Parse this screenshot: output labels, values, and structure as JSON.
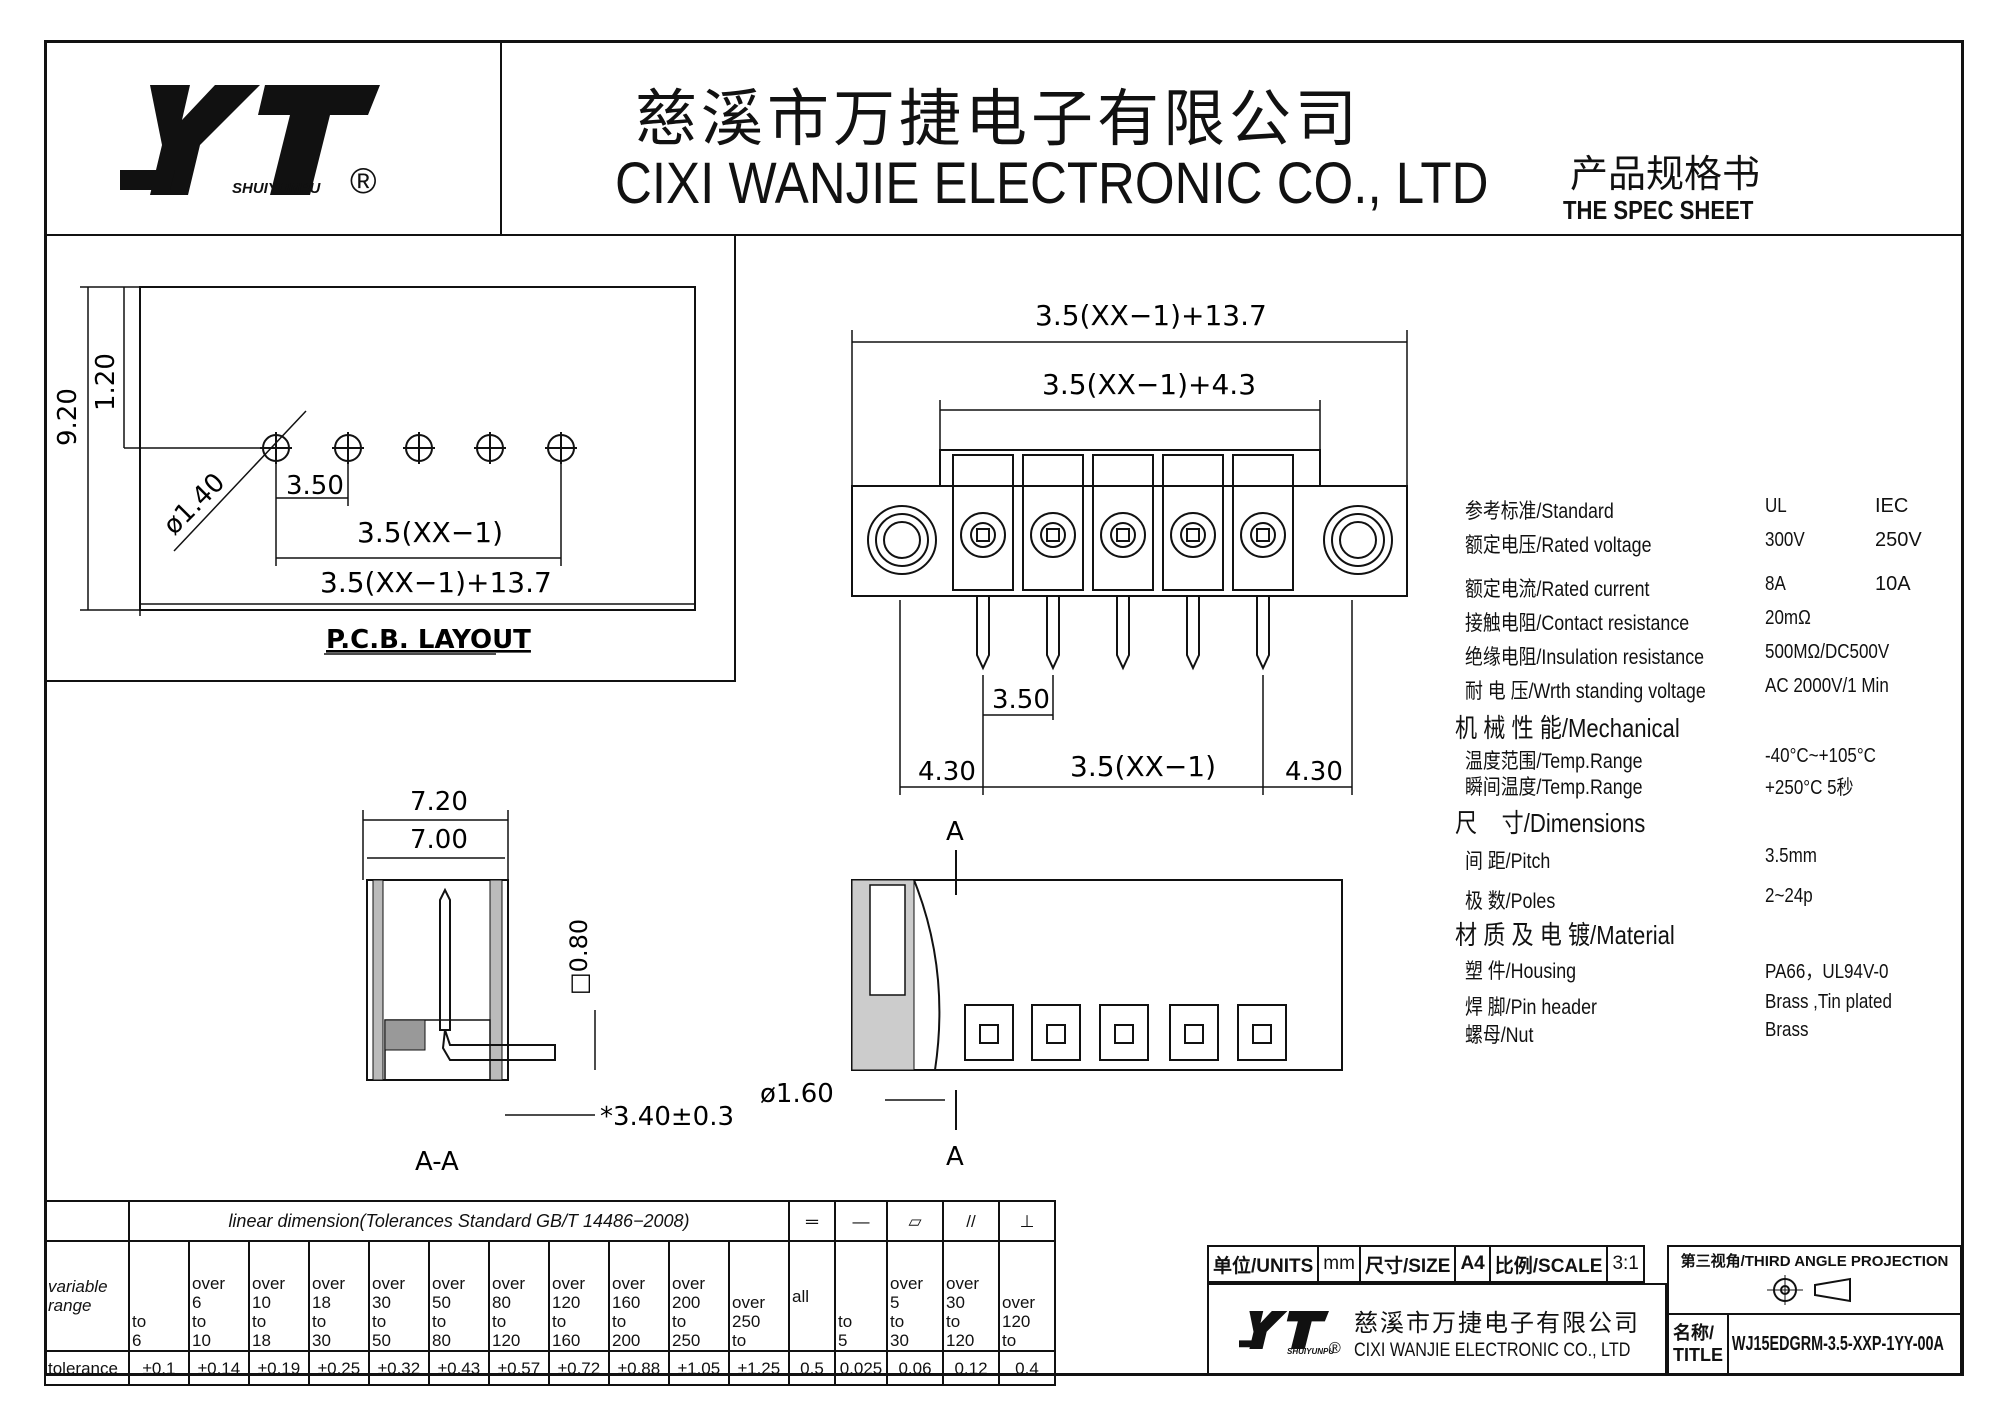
{
  "header": {
    "brand": "SHUIYUNPU",
    "registered": "®",
    "company_cn": "慈溪市万捷电子有限公司",
    "company_en": "CIXI WANJIE ELECTRONIC CO., LTD",
    "doc_cn": "产品规格书",
    "doc_en": "THE SPEC SHEET"
  },
  "pcb": {
    "dim_920": "9.20",
    "dim_120": "1.20",
    "dim_140": "ø1.40",
    "dim_350": "3.50",
    "dim_pitch": "3.5(XX−1)",
    "dim_total": "3.5(XX−1)+13.7",
    "label": "P.C.B. LAYOUT"
  },
  "front": {
    "dim_total": "3.5(XX−1)+13.7",
    "dim_inner": "3.5(XX−1)+4.3",
    "dim_350": "3.50",
    "dim_430_left": "4.30",
    "dim_pitch": "3.5(XX−1)",
    "dim_430_right": "4.30",
    "poles": 5
  },
  "section": {
    "dim_720": "7.20",
    "dim_700": "7.00",
    "dim_080": "□0.80",
    "dim_340": "*3.40±0.3",
    "label": "A-A"
  },
  "bottom": {
    "marker_top": "A",
    "marker_bottom": "A",
    "dim_160": "ø1.60"
  },
  "specs": {
    "header_ul": "UL",
    "header_iec": "IEC",
    "rows": [
      {
        "label": "参考标准/Standard",
        "v1": "UL",
        "v2": "IEC"
      },
      {
        "label": "额定电压/Rated voltage",
        "v1": "300V",
        "v2": "250V"
      },
      {
        "label": "额定电流/Rated current",
        "v1": "8A",
        "v2": "10A"
      },
      {
        "label": "接触电阻/Contact resistance",
        "v1": "20mΩ",
        "v2": ""
      },
      {
        "label": "绝缘电阻/Insulation resistance",
        "v1": "500MΩ/DC500V",
        "v2": ""
      },
      {
        "label": "耐 电 压/Wrth standing voltage",
        "v1": "AC 2000V/1 Min",
        "v2": ""
      }
    ],
    "mech_title": "机 械 性 能/Mechanical",
    "mech_rows": [
      {
        "label": "温度范围/Temp.Range",
        "v1": "-40°C~+105°C"
      },
      {
        "label": "瞬间温度/Temp.Range",
        "v1": "+250°C   5秒"
      }
    ],
    "dim_title": "尺    寸/Dimensions",
    "dim_rows": [
      {
        "label": "间  距/Pitch",
        "v1": "3.5mm"
      },
      {
        "label": "极  数/Poles",
        "v1": "2~24p"
      }
    ],
    "mat_title": "材 质 及 电 镀/Material",
    "mat_rows": [
      {
        "label": "塑  件/Housing",
        "v1": "PA66，UL94V-0"
      },
      {
        "label": "焊  脚/Pin header",
        "v1": "Brass ,Tin plated"
      },
      {
        "label": "螺母/Nut",
        "v1": "Brass"
      }
    ]
  },
  "tolerance": {
    "title": "linear dimension(Tolerances Standard GB/T 14486−2008)",
    "sym_flat": "═",
    "sym_straight": "—",
    "sym_flatness": "▱",
    "sym_parallel": "//",
    "sym_perp": "⊥",
    "row_label": "variable range",
    "tol_label": "tolerance",
    "ranges": [
      "to\n6",
      "over\n6\nto\n10",
      "over\n10\nto\n18",
      "over\n18\nto\n30",
      "over\n30\nto\n50",
      "over\n50\nto\n80",
      "over\n80\nto\n120",
      "over\n120\nto\n160",
      "over\n160\nto\n200",
      "over\n200\nto\n250",
      "over\n250\nto",
      "all",
      "to\n5",
      "over\n5\nto\n30",
      "over\n30\nto\n120",
      "over\n120\nto"
    ],
    "values": [
      "±0.1",
      "±0.14",
      "±0.19",
      "±0.25",
      "±0.32",
      "±0.43",
      "±0.57",
      "±0.72",
      "±0.88",
      "±1.05",
      "±1.25",
      "0.5",
      "0.025",
      "0.06",
      "0.12",
      "0.4"
    ]
  },
  "titleblock": {
    "units_label": "单位/UNITS",
    "units_val": "mm",
    "size_label": "尺寸/SIZE",
    "size_val": "A4",
    "scale_label": "比例/SCALE",
    "scale_val": "3:1",
    "projection": "第三视角/THIRD ANGLE PROJECTION",
    "company_cn": "慈溪市万捷电子有限公司",
    "company_en": "CIXI WANJIE ELECTRONIC CO., LTD",
    "brand": "SHUIYUNPU",
    "title_label_cn": "名称/",
    "title_label_en": "TITLE",
    "part_no": "WJ15EDGRM-3.5-XXP-1YY-00A"
  }
}
